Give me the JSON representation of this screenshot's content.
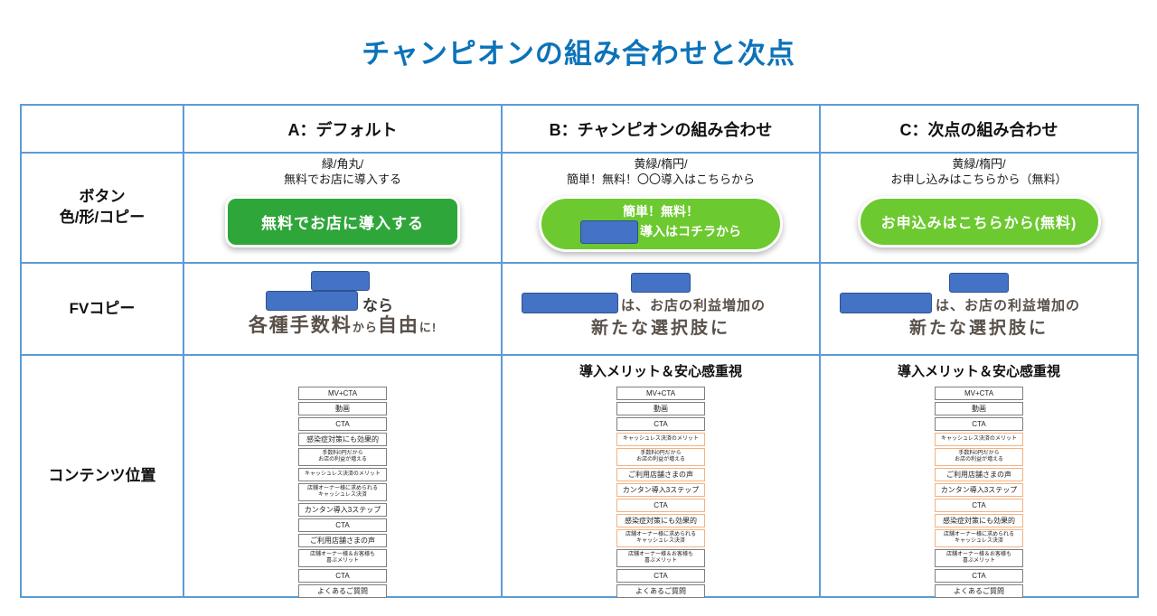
{
  "title": "チャンピオンの組み合わせと次点",
  "colors": {
    "title": "#0d73b9",
    "table_border": "#5b9bd5",
    "green": "#2fa63a",
    "yellow_green": "#6cc92f",
    "redact_fill": "#4472c4",
    "redact_border": "#2f528f",
    "fv_text": "#595049",
    "stack_border_gray": "#7f7f7f",
    "stack_border_orange": "#f4b183"
  },
  "row_labels": {
    "button_line1": "ボタン",
    "button_line2": "色/形/コピー",
    "fv": "FVコピー",
    "content": "コンテンツ位置"
  },
  "columns": [
    {
      "header": "A：デフォルト",
      "button_spec": [
        "緑/角丸/",
        "無料でお店に導入する"
      ],
      "button": {
        "line1": "無料でお店に導入する"
      },
      "fv": {
        "nara": "なら",
        "segments": [
          {
            "text": "各種手数料",
            "big": true
          },
          {
            "text": "から",
            "big": false
          },
          {
            "text": "自由",
            "big": true
          },
          {
            "text": "に!",
            "big": false
          }
        ]
      },
      "content_header": "",
      "stack": [
        {
          "label": "MV+CTA",
          "style": "gray"
        },
        {
          "label": "動画",
          "style": "gray"
        },
        {
          "label": "CTA",
          "style": "gray"
        },
        {
          "label": "感染症対策にも効果的",
          "style": "gray"
        },
        {
          "label": "手数料0円だから",
          "label2": "お店の利益が増える",
          "style": "gray",
          "small": true
        },
        {
          "label": "キャッシュレス決済のメリット",
          "style": "gray",
          "small": true
        },
        {
          "label": "店舗オーナー様に求められる",
          "label2": "キャッシュレス決済",
          "style": "gray",
          "small": true
        },
        {
          "label": "カンタン導入3ステップ",
          "style": "gray"
        },
        {
          "label": "CTA",
          "style": "gray"
        },
        {
          "label": "ご利用店舗さまの声",
          "style": "gray"
        },
        {
          "label": "店舗オーナー様＆お客様も",
          "label2": "喜ぶメリット",
          "style": "gray",
          "small": true
        },
        {
          "label": "CTA",
          "style": "gray"
        },
        {
          "label": "よくあるご質問",
          "style": "gray"
        }
      ]
    },
    {
      "header": "B：チャンピオンの組み合わせ",
      "button_spec": [
        "黄緑/楕円/",
        "簡単！無料！〇〇導入はこちらから"
      ],
      "button": {
        "line1": "簡単！無料！",
        "line2": "導入はコチラから"
      },
      "fv": {
        "line1": "は、お店の利益増加の",
        "line2": "新たな選択肢に"
      },
      "content_header": "導入メリット＆安心感重視",
      "stack": [
        {
          "label": "MV+CTA",
          "style": "gray"
        },
        {
          "label": "動画",
          "style": "gray"
        },
        {
          "label": "CTA",
          "style": "gray"
        },
        {
          "label": "キャッシュレス決済のメリット",
          "style": "orange",
          "small": true
        },
        {
          "label": "手数料0円だから",
          "label2": "お店の利益が増える",
          "style": "orange",
          "small": true
        },
        {
          "label": "ご利用店舗さまの声",
          "style": "orange"
        },
        {
          "label": "カンタン導入3ステップ",
          "style": "orange"
        },
        {
          "label": "CTA",
          "style": "orange"
        },
        {
          "label": "感染症対策にも効果的",
          "style": "orange"
        },
        {
          "label": "店舗オーナー様に求められる",
          "label2": "キャッシュレス決済",
          "style": "orange",
          "small": true
        },
        {
          "label": "店舗オーナー様＆お客様も",
          "label2": "喜ぶメリット",
          "style": "gray",
          "small": true
        },
        {
          "label": "CTA",
          "style": "gray"
        },
        {
          "label": "よくあるご質問",
          "style": "gray"
        }
      ]
    },
    {
      "header": "C：次点の組み合わせ",
      "button_spec": [
        "黄緑/楕円/",
        "お申し込みはこちらから（無料）"
      ],
      "button": {
        "line1": "お申込みはこちらから(無料)"
      },
      "fv": {
        "line1": "は、お店の利益増加の",
        "line2": "新たな選択肢に"
      },
      "content_header": "導入メリット＆安心感重視",
      "stack": [
        {
          "label": "MV+CTA",
          "style": "gray"
        },
        {
          "label": "動画",
          "style": "gray"
        },
        {
          "label": "CTA",
          "style": "gray"
        },
        {
          "label": "キャッシュレス決済のメリット",
          "style": "orange",
          "small": true
        },
        {
          "label": "手数料0円だから",
          "label2": "お店の利益が増える",
          "style": "orange",
          "small": true
        },
        {
          "label": "ご利用店舗さまの声",
          "style": "orange"
        },
        {
          "label": "カンタン導入3ステップ",
          "style": "orange"
        },
        {
          "label": "CTA",
          "style": "orange"
        },
        {
          "label": "感染症対策にも効果的",
          "style": "orange"
        },
        {
          "label": "店舗オーナー様に求められる",
          "label2": "キャッシュレス決済",
          "style": "orange",
          "small": true
        },
        {
          "label": "店舗オーナー様＆お客様も",
          "label2": "喜ぶメリット",
          "style": "gray",
          "small": true
        },
        {
          "label": "CTA",
          "style": "gray"
        },
        {
          "label": "よくあるご質問",
          "style": "gray"
        }
      ]
    }
  ]
}
